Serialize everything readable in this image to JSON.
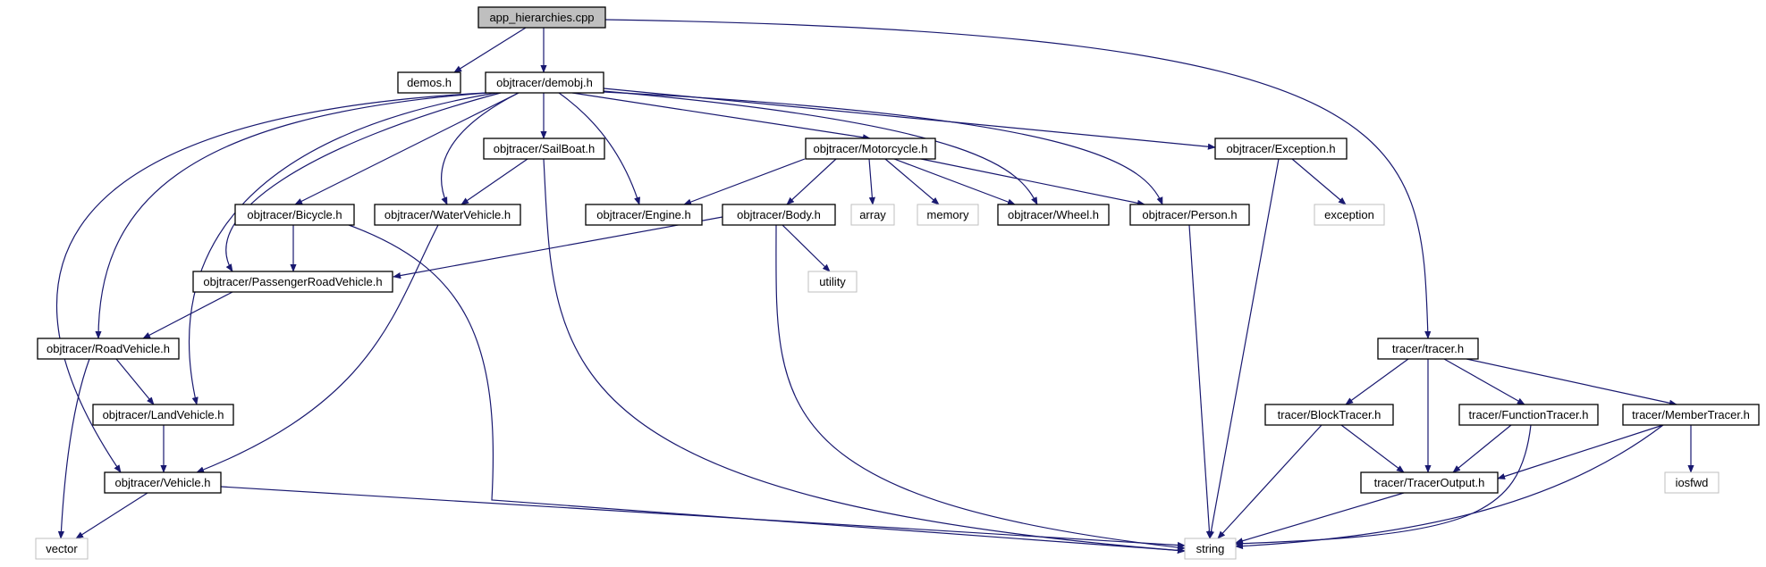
{
  "graph_title": "",
  "colors": {
    "edge": "#191970",
    "node_border": "#000000",
    "external_border": "#bfbfbf",
    "root_fill": "#bfbfbf",
    "node_fill": "#ffffff"
  },
  "nodes": {
    "app_hierarchies": "app_hierarchies.cpp",
    "demos": "demos.h",
    "demobj": "objtracer/demobj.h",
    "sailboat": "objtracer/SailBoat.h",
    "motorcycle": "objtracer/Motorcycle.h",
    "exception_h": "objtracer/Exception.h",
    "bicycle": "objtracer/Bicycle.h",
    "watervehicle": "objtracer/WaterVehicle.h",
    "engine": "objtracer/Engine.h",
    "body": "objtracer/Body.h",
    "array": "array",
    "memory": "memory",
    "wheel": "objtracer/Wheel.h",
    "person": "objtracer/Person.h",
    "exception": "exception",
    "passengerroad": "objtracer/PassengerRoadVehicle.h",
    "utility": "utility",
    "roadvehicle": "objtracer/RoadVehicle.h",
    "tracer": "tracer/tracer.h",
    "landvehicle": "objtracer/LandVehicle.h",
    "blocktracer": "tracer/BlockTracer.h",
    "functiontracer": "tracer/FunctionTracer.h",
    "membertracer": "tracer/MemberTracer.h",
    "vehicle": "objtracer/Vehicle.h",
    "traceroutput": "tracer/TracerOutput.h",
    "iosfwd": "iosfwd",
    "vector": "vector",
    "string": "string"
  }
}
